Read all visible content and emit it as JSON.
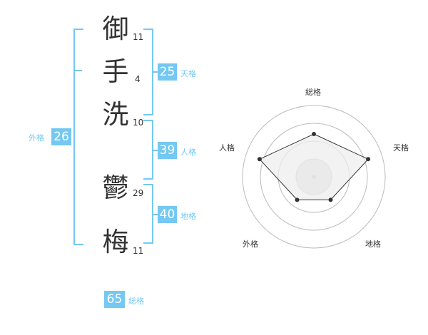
{
  "name": {
    "characters": [
      {
        "char": "御",
        "strokes": "11"
      },
      {
        "char": "手",
        "strokes": "4"
      },
      {
        "char": "洗",
        "strokes": "10"
      },
      {
        "char": "鬱",
        "strokes": "29"
      },
      {
        "char": "梅",
        "strokes": "11"
      }
    ]
  },
  "fortunes": {
    "tenkaku": {
      "value": "25",
      "label": "天格"
    },
    "jinkaku": {
      "value": "39",
      "label": "人格"
    },
    "chikaku": {
      "value": "40",
      "label": "地格"
    },
    "gaikaku": {
      "value": "26",
      "label": "外格"
    },
    "soukaku": {
      "value": "65",
      "label": "総格"
    }
  },
  "chart_data": {
    "type": "radar",
    "axes": [
      "総格",
      "天格",
      "地格",
      "外格",
      "人格"
    ],
    "values": [
      3,
      4,
      2,
      2,
      4
    ],
    "max": 5,
    "rings": 4,
    "colors": {
      "line": "#333333",
      "fill": "#eeeeee",
      "grid": "#bbbbbb",
      "accent": "#74c8f2"
    }
  }
}
